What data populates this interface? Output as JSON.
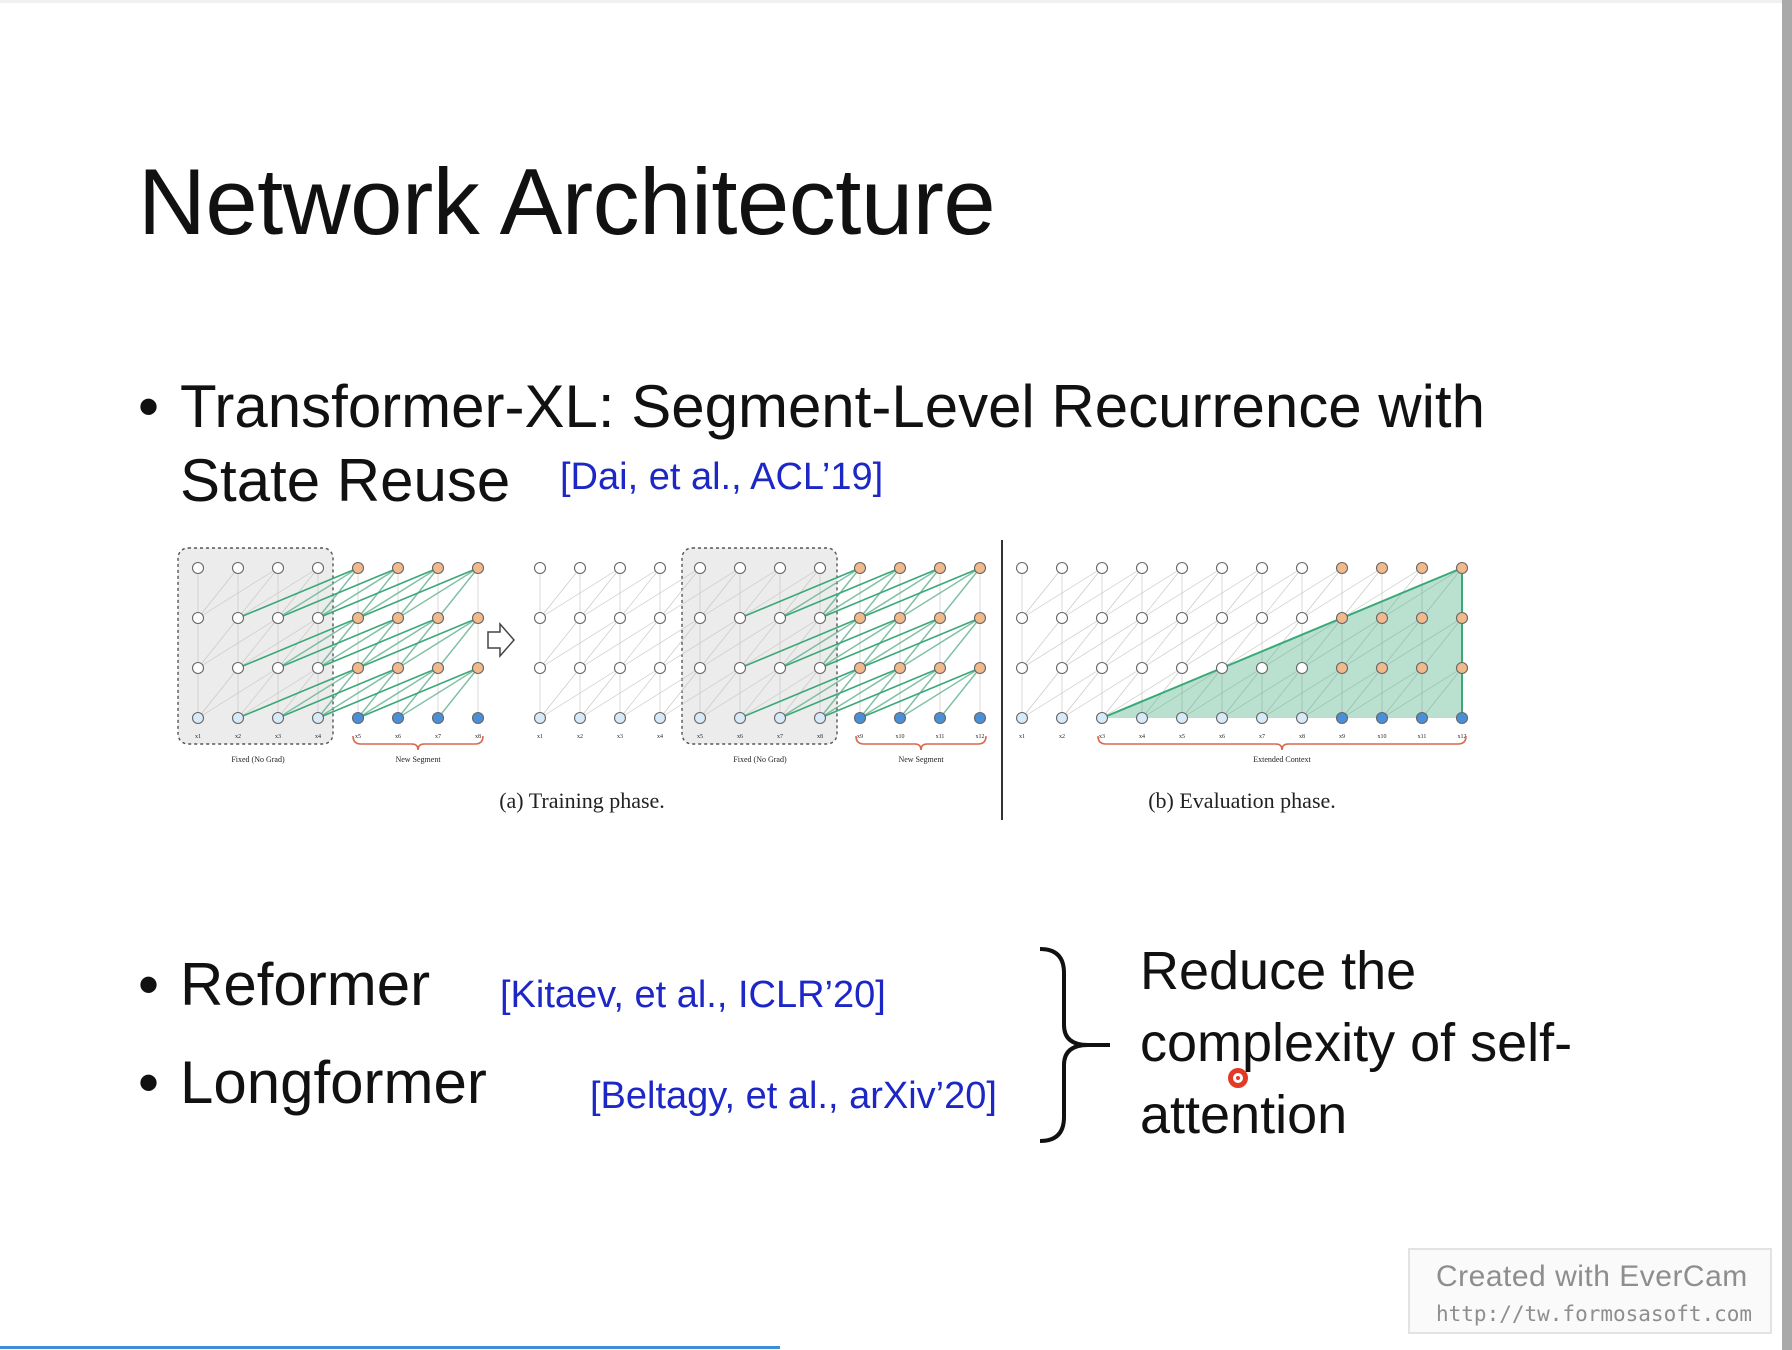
{
  "slide": {
    "title": "Network Architecture",
    "bullets": [
      {
        "bullet": "•",
        "text_line1": "Transformer-XL: Segment-Level Recurrence with",
        "text_line2": "State Reuse",
        "citation": "[Dai, et al., ACL’19]"
      },
      {
        "bullet": "•",
        "text": "Reformer",
        "citation": "[Kitaev, et al., ICLR’20]"
      },
      {
        "bullet": "•",
        "text": "Longformer",
        "citation": "[Beltagy, et al., arXiv’20]"
      }
    ],
    "brace_note": {
      "lines": [
        "Reduce the",
        "complexity of self-",
        "attention"
      ]
    }
  },
  "figure": {
    "panels": [
      {
        "caption": "(a) Training phase.",
        "labels": [
          "Fixed (No Grad)",
          "New Segment",
          "Fixed (No Grad)",
          "New Segment"
        ],
        "arrow_icon": "hollow-right-arrow-icon"
      },
      {
        "caption": "(b) Evaluation phase.",
        "labels": [
          "Extended Context"
        ]
      }
    ],
    "tokens_a1": [
      "x1",
      "x2",
      "x3",
      "x4",
      "x5",
      "x6",
      "x7",
      "x8"
    ],
    "tokens_a2": [
      "x1",
      "x2",
      "x3",
      "x4",
      "x5",
      "x6",
      "x7",
      "x8",
      "x9",
      "x10",
      "x11",
      "x12"
    ],
    "tokens_b": [
      "x1",
      "x2",
      "x3",
      "x4",
      "x5",
      "x6",
      "x7",
      "x8",
      "x9",
      "x10",
      "x11",
      "x12"
    ],
    "colors": {
      "input_node": "#4a90d9",
      "hidden_node": "#f2b98a",
      "grey_node": "#ffffff",
      "connection": "#3aa877",
      "fade": "#c8c8c8",
      "brace": "#d9694c"
    }
  },
  "watermark": {
    "line1": "Created  with  EverCam",
    "line2": "http://tw.formosasoft.com"
  }
}
